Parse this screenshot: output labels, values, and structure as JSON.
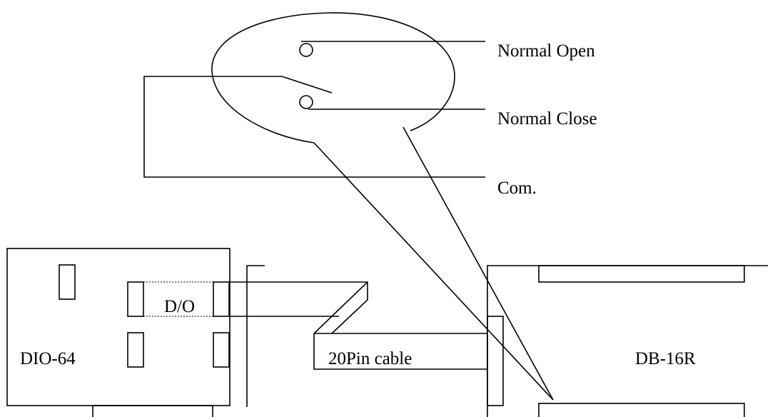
{
  "relay": {
    "label_open": "Normal Open",
    "label_close": "Normal Close",
    "label_com": "Com."
  },
  "dio_board": {
    "label": "DIO-64",
    "port_label": "D/O"
  },
  "cable": {
    "label": "20Pin cable"
  },
  "relay_board": {
    "label": "DB-16R"
  },
  "colors": {
    "stroke": "#000000",
    "background": "#ffffff"
  }
}
